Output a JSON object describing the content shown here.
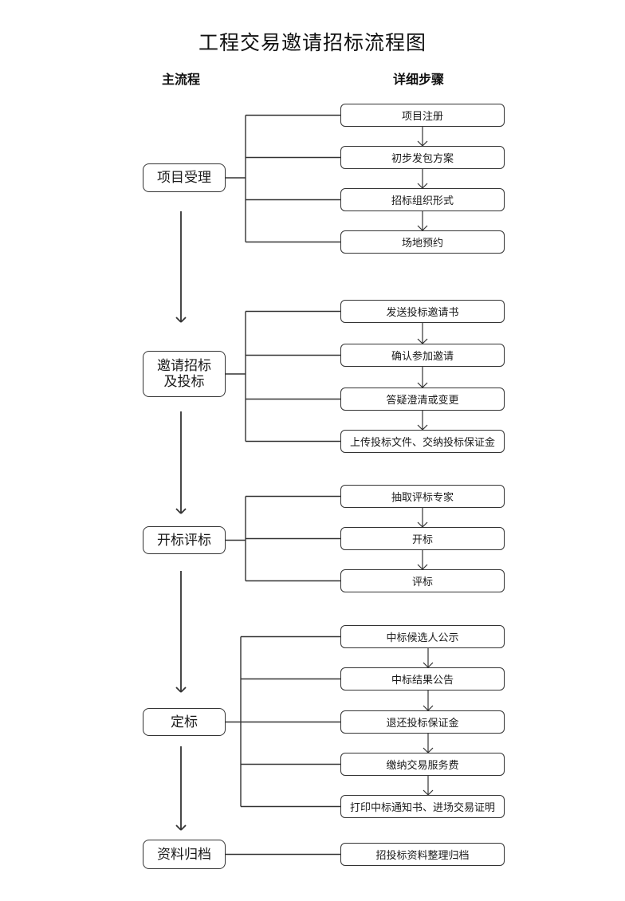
{
  "title": "工程交易邀请招标流程图",
  "headers": {
    "main": "主流程",
    "detail": "详细步骤"
  },
  "colors": {
    "stroke": "#333333",
    "text": "#111111",
    "background": "#ffffff"
  },
  "stages": [
    {
      "label": "项目受理",
      "steps": [
        "项目注册",
        "初步发包方案",
        "招标组织形式",
        "场地预约"
      ]
    },
    {
      "label": "邀请招标及投标",
      "steps": [
        "发送投标邀请书",
        "确认参加邀请",
        "答疑澄清或变更",
        "上传投标文件、交纳投标保证金"
      ]
    },
    {
      "label": "开标评标",
      "steps": [
        "抽取评标专家",
        "开标",
        "评标"
      ]
    },
    {
      "label": "定标",
      "steps": [
        "中标候选人公示",
        "中标结果公告",
        "退还投标保证金",
        "缴纳交易服务费",
        "打印中标通知书、进场交易证明"
      ]
    },
    {
      "label": "资料归档",
      "steps": [
        "招投标资料整理归档"
      ]
    }
  ]
}
